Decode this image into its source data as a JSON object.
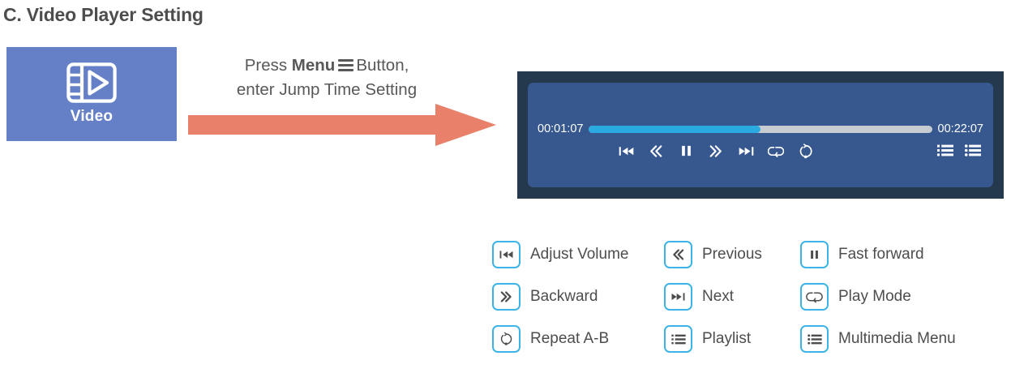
{
  "section": {
    "title": "C. Video Player Setting"
  },
  "tile": {
    "label": "Video",
    "icon": "film-video-icon",
    "color": "#6580c6"
  },
  "instruction": {
    "line1_prefix": "Press ",
    "line1_bold": "Menu",
    "line1_glyph": "hamburger-menu-icon",
    "line1_suffix": "Button,",
    "line2": "enter Jump Time Setting"
  },
  "arrow": {
    "name": "right-arrow",
    "color": "#e8806a"
  },
  "player": {
    "outer_color": "#24394e",
    "inner_color": "#36588f",
    "current_time": "00:01:07",
    "total_time": "00:22:07",
    "progress_percent": 50,
    "progress_fill_color": "#29abe2",
    "progress_track_color": "#c7cbd2",
    "transport": [
      {
        "name": "skip-back-icon",
        "title": "Adjust Volume"
      },
      {
        "name": "rewind-icon",
        "title": "Previous"
      },
      {
        "name": "pause-icon",
        "title": "Fast forward"
      },
      {
        "name": "fast-forward-icon",
        "title": "Backward"
      },
      {
        "name": "skip-forward-icon",
        "title": "Next"
      },
      {
        "name": "loop-icon",
        "title": "Play Mode"
      },
      {
        "name": "repeat-ab-icon",
        "title": "Repeat A-B"
      }
    ],
    "lists": [
      {
        "name": "playlist-icon",
        "title": "Playlist"
      },
      {
        "name": "multimedia-menu-icon",
        "title": "Multimedia Menu"
      }
    ]
  },
  "legend": {
    "border_color": "#3cb4e5",
    "items": [
      {
        "icon": "skip-back-icon",
        "label": "Adjust Volume"
      },
      {
        "icon": "rewind-icon",
        "label": "Previous"
      },
      {
        "icon": "pause-icon",
        "label": "Fast forward"
      },
      {
        "icon": "fast-forward-icon",
        "label": "Backward"
      },
      {
        "icon": "skip-forward-icon",
        "label": "Next"
      },
      {
        "icon": "loop-icon",
        "label": "Play Mode"
      },
      {
        "icon": "repeat-ab-icon",
        "label": "Repeat A-B"
      },
      {
        "icon": "playlist-icon",
        "label": "Playlist"
      },
      {
        "icon": "multimedia-menu-icon",
        "label": "Multimedia Menu"
      }
    ]
  }
}
